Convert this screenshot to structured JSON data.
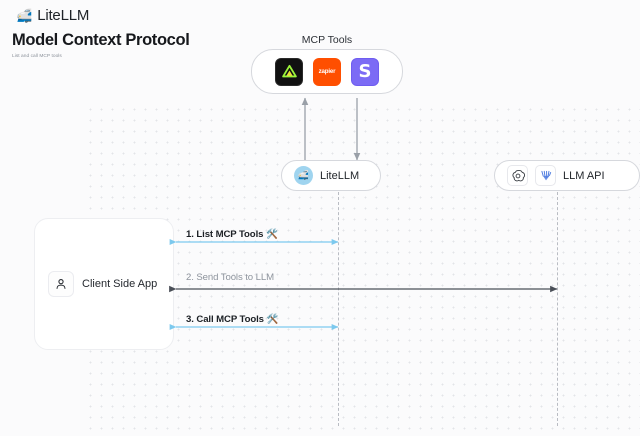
{
  "header": {
    "logo_icon": "bullet-train-icon",
    "logo_glyph": "🚅",
    "brand": "LiteLLM"
  },
  "page": {
    "title": "Model Context Protocol",
    "subtitle": "List and call MCP tools"
  },
  "diagram": {
    "mcp_group": {
      "label": "MCP Tools",
      "tools": [
        {
          "name": "linear-tool-icon",
          "label": "",
          "bg": "#111111",
          "glyph": "△"
        },
        {
          "name": "zapier-tool-icon",
          "label": "zapier",
          "bg": "#ff4f00"
        },
        {
          "name": "slack-tool-icon",
          "label": "S",
          "bg": "#7c6bf5"
        }
      ]
    },
    "nodes": {
      "litellm": {
        "label": "LiteLLM",
        "icon_glyph": "🚅"
      },
      "llm_api": {
        "label": "LLM API",
        "icons": [
          "openai-icon",
          "anthropic-icon"
        ]
      },
      "client": {
        "label": "Client Side App",
        "icon": "user-icon"
      }
    },
    "edges": [
      {
        "id": "e1",
        "label": "1. List MCP Tools",
        "emoji": "🛠️",
        "style": "accent",
        "from": "client-side-app",
        "to": "litellm"
      },
      {
        "id": "e2",
        "label": "2. Send Tools to LLM",
        "emoji": "",
        "style": "muted",
        "from": "client-side-app",
        "to": "llm-api"
      },
      {
        "id": "e3",
        "label": "3. Call MCP Tools",
        "emoji": "🛠️",
        "style": "accent",
        "from": "client-side-app",
        "to": "litellm"
      }
    ],
    "colors": {
      "accent": "#7cc9ee",
      "muted": "#4a4f57",
      "lifeline": "#b9bcc3",
      "canvas": "#fbfbfc",
      "dot": "#e3e4e8"
    }
  }
}
